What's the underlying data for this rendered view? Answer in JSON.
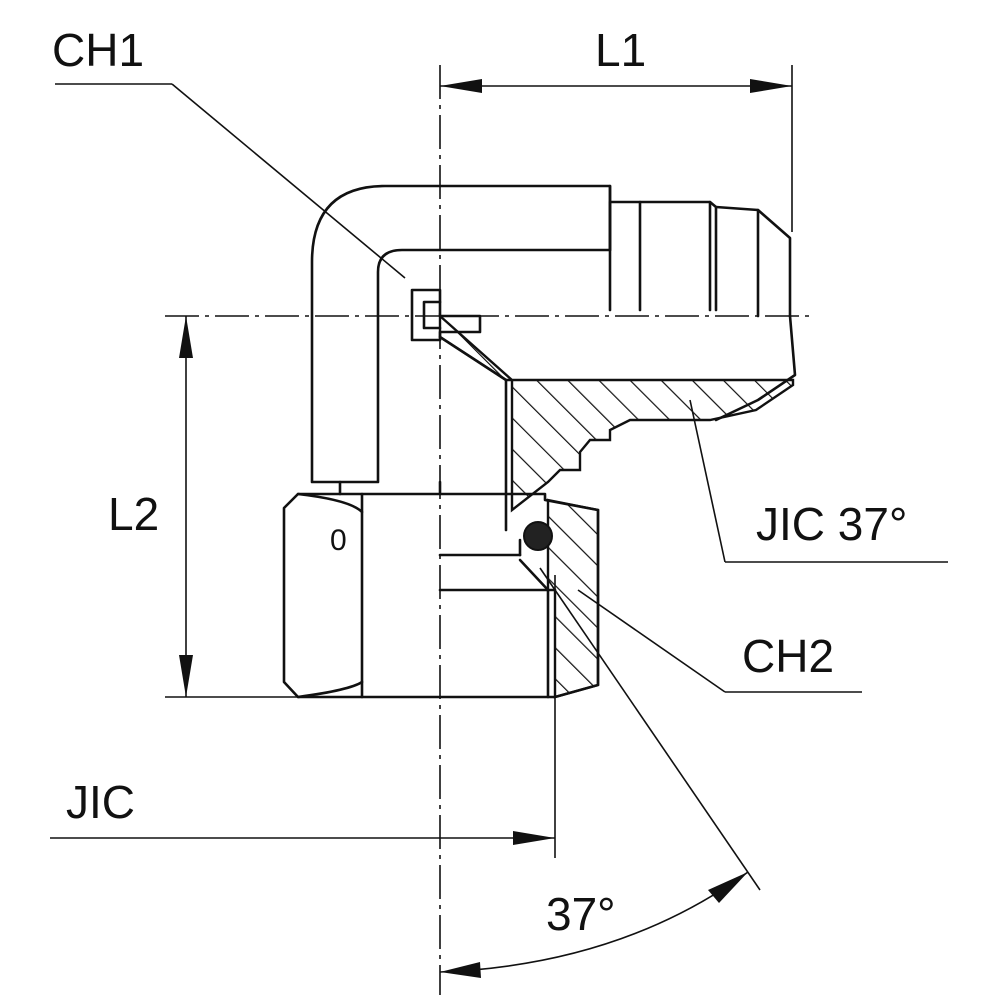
{
  "diagram": {
    "labels": {
      "ch1": "CH1",
      "l1": "L1",
      "l2": "L2",
      "jic_37": "JIC 37°",
      "ch2": "CH2",
      "jic": "JIC",
      "angle": "37°",
      "nut_mark": "0"
    },
    "colors": {
      "line": "#111111",
      "background": "#ffffff"
    }
  }
}
